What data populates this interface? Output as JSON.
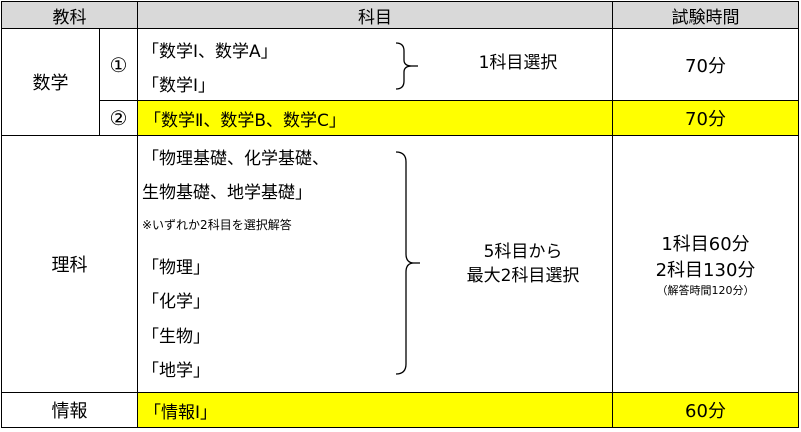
{
  "header": {
    "subject_area": "教科",
    "subjects": "科目",
    "exam_time": "試験時間"
  },
  "math": {
    "area": "数学",
    "group1": {
      "number": "①",
      "items": [
        "「数学Ⅰ、数学A」",
        "「数学Ⅰ」"
      ],
      "selection": "1科目選択",
      "time": "70分"
    },
    "group2": {
      "number": "②",
      "item": "「数学Ⅱ、数学B、数学C」",
      "time": "70分"
    }
  },
  "science": {
    "area": "理科",
    "items_basic": [
      "「物理基礎、化学基礎、",
      "生物基礎、地学基礎」"
    ],
    "note": "※いずれか2科目を選択解答",
    "items": [
      "「物理」",
      "「化学」",
      "「生物」",
      "「地学」"
    ],
    "selection_line1": "5科目から",
    "selection_line2": "最大2科目選択",
    "time_line1": "1科目60分",
    "time_line2": "2科目130分",
    "time_note": "（解答時間120分）"
  },
  "info": {
    "area": "情報",
    "item": "「情報Ⅰ」",
    "time": "60分"
  },
  "colors": {
    "highlight": "#ffff00",
    "header_bg": "#d9d9d9"
  }
}
